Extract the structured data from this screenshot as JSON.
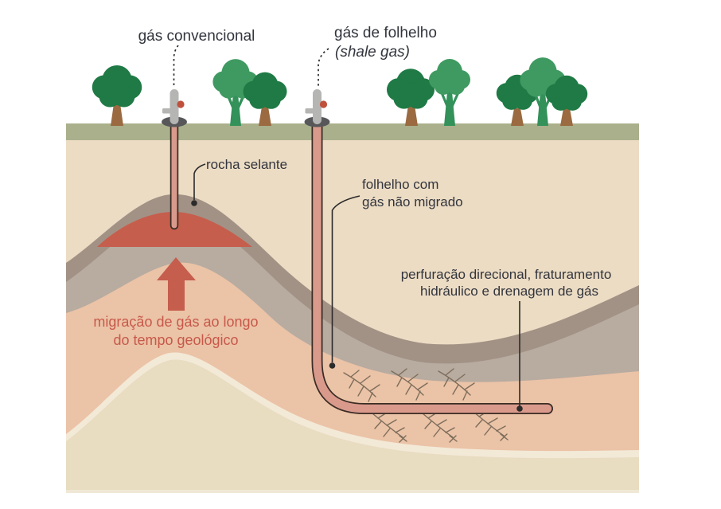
{
  "diagram": {
    "labels": {
      "conventional_gas": "gás convencional",
      "shale_gas": "gás de folhelho",
      "shale_gas_sub": "(shale gas)",
      "seal_rock": "rocha selante",
      "shale_unmigrated_line1": "folhelho com",
      "shale_unmigrated_line2": "gás não migrado",
      "drilling_line1": "perfuração direcional, fraturamento",
      "drilling_line2": "hidráulico e drenagem de gás",
      "migration_line1": "migração de gás ao longo",
      "migration_line2": "do tempo geológico"
    },
    "colors": {
      "label_text": "#32353d",
      "migration_text": "#c7594a",
      "grass_band": "#a9b08b",
      "topsoil_layer": "#ecdcc4",
      "seal_rock_layer": "#a29285",
      "reservoir_rock_layer": "#b8aba0",
      "gas_reservoir": "#c65e4d",
      "shale_layer": "#ebc3a7",
      "deep_layer": "#e8dcc1",
      "deep_layer_edge": "#f3e9d7",
      "well_pipe_fill": "#d79a8c",
      "well_pipe_outline": "#3a2c24",
      "tree_dark_green": "#1f7a45",
      "tree_light_green": "#3f9a61",
      "tree_trunk_brown": "#9b6a41",
      "wellhead_gray": "#b5b5b3",
      "wellhead_base_gray": "#57575a",
      "valve_dot_red": "#c0503c",
      "migration_arrow": "#c65e4d",
      "fracture_lines": "#7d6d5b"
    },
    "icons": {
      "tree": "tree-icon",
      "wellhead": "wellhead-icon",
      "arrow_up": "up-arrow-icon",
      "fracture": "fracture-icon"
    }
  }
}
